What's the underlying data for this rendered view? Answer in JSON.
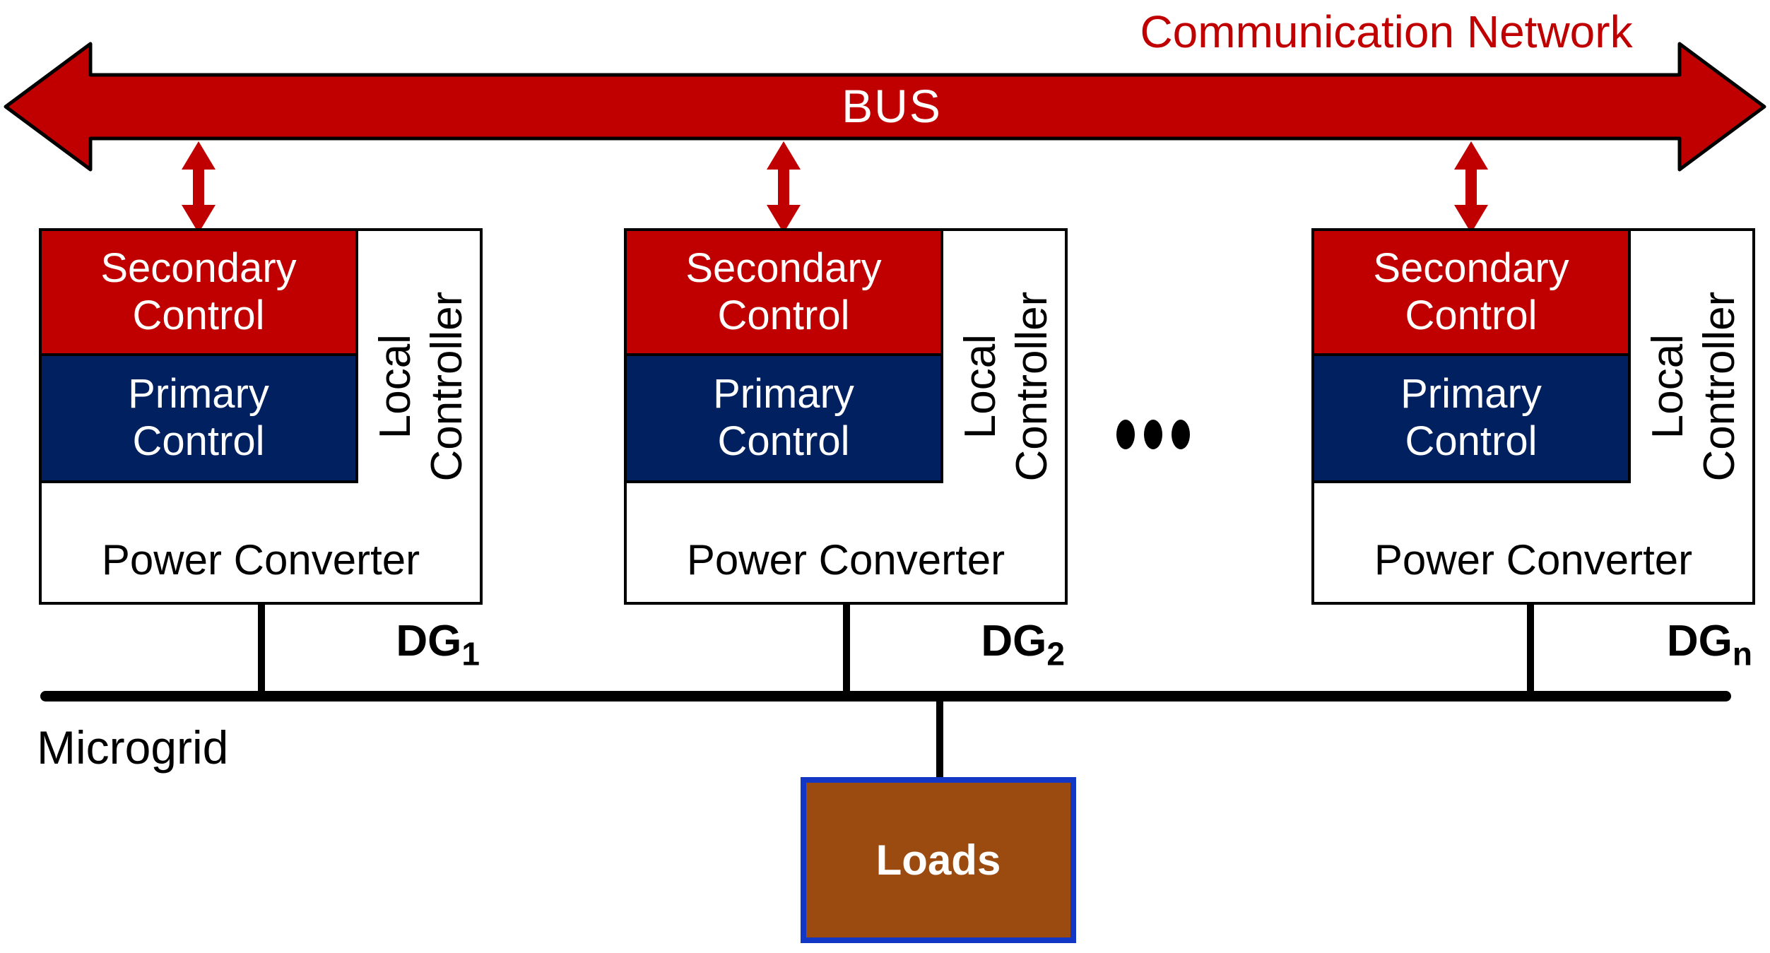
{
  "header": {
    "communication_network_label": "Communication Network",
    "bus_label": "BUS"
  },
  "dg_units": [
    {
      "secondary_label": "Secondary\nControl",
      "primary_label": "Primary\nControl",
      "local_controller_label": "Local\nController",
      "power_converter_label": "Power Converter",
      "dg_name": "DG",
      "dg_subscript": "1"
    },
    {
      "secondary_label": "Secondary\nControl",
      "primary_label": "Primary\nControl",
      "local_controller_label": "Local\nController",
      "power_converter_label": "Power Converter",
      "dg_name": "DG",
      "dg_subscript": "2"
    },
    {
      "secondary_label": "Secondary\nControl",
      "primary_label": "Primary\nControl",
      "local_controller_label": "Local\nController",
      "power_converter_label": "Power Converter",
      "dg_name": "DG",
      "dg_subscript": "n"
    }
  ],
  "separator": {
    "ellipsis_icon": "three vertical dots between DG2 and DGn"
  },
  "microgrid": {
    "label": "Microgrid"
  },
  "loads": {
    "label": "Loads"
  },
  "colors": {
    "accent_red": "#C00000",
    "navy_blue": "#002060",
    "loads_brown": "#9C4B10",
    "loads_border_blue": "#1237C4",
    "line_black": "#000000",
    "text_white": "#ffffff"
  }
}
